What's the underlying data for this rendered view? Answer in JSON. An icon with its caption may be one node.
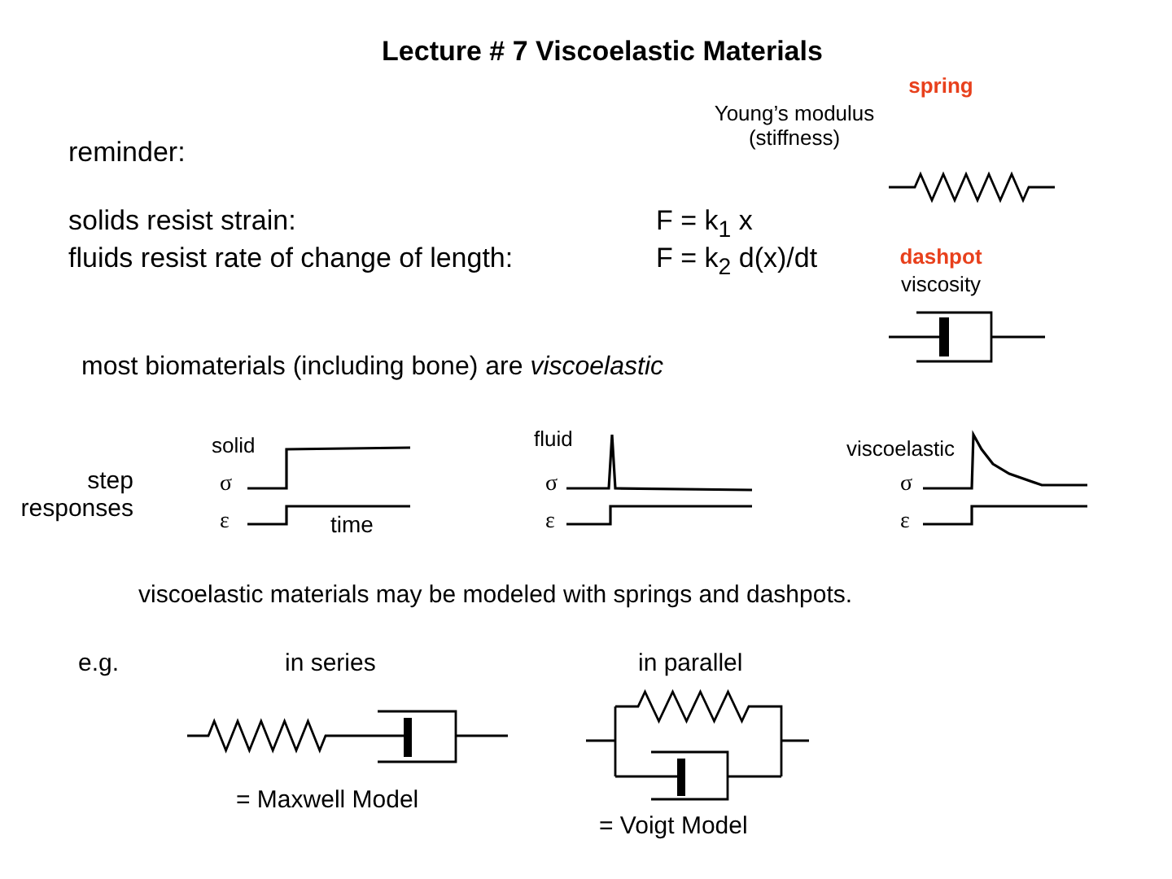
{
  "diagram": {
    "title": "Lecture # 7 Viscoelastic Materials",
    "labels": [
      "spring",
      "Young’s modulus (stiffness)",
      "reminder:",
      "solids resist strain:",
      "F = k$_{1}$ x",
      "fluids resist rate of change of length:",
      "F = k$_{2}$ d(x)/dt",
      "dashpot",
      "viscosity",
      "most biomaterials (including bone) are *viscoelastic*",
      "fluid",
      "solid",
      "viscoelastic",
      "step responses",
      "σ",
      "σ",
      "σ",
      "ε",
      "time",
      "ε",
      "ε",
      "viscoelastic materials may be modeled with springs and dashpots.",
      "e.g.",
      "in series",
      "in parallel",
      "= Maxwell Model",
      "= Voigt Model"
    ]
  }
}
